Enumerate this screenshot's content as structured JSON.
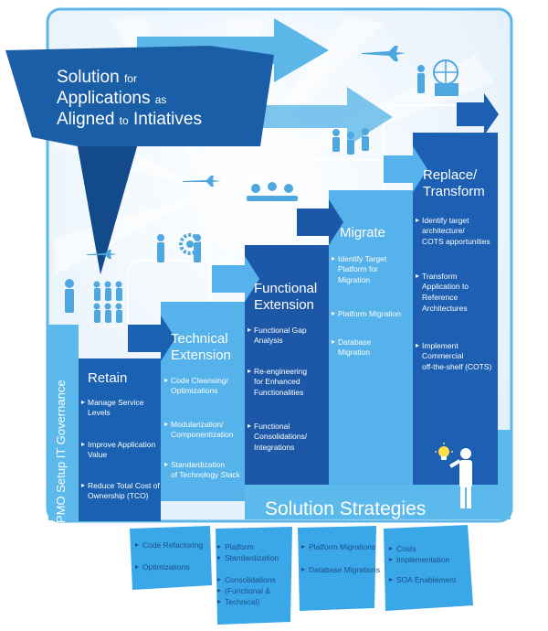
{
  "title": {
    "w1": "Solution",
    "w2": "for",
    "w3": "Applications",
    "w4": "as",
    "w5": "Aligned",
    "w6": "to",
    "w7": "Intiatives"
  },
  "vertical_label": "PMO Setup  IT Governance",
  "solution_strategies": "Solution Strategies",
  "columns": {
    "retain": {
      "h1": "Retain",
      "items": [
        "Manage Service",
        "Levels",
        "Improve Application",
        "Value",
        "Reduce Total Cost of",
        "Ownership (TCO)"
      ]
    },
    "technical": {
      "h1": "Technical",
      "h2": "Extension",
      "items": [
        "Code Cleansing/",
        "Optimizations",
        "Modularization/",
        "Componentization",
        "Standardization",
        "of Technology Stack"
      ]
    },
    "functional": {
      "h1": "Functional",
      "h2": "Extension",
      "items": [
        "Functional Gap",
        "Analysis",
        "Re-engineering",
        "for Enhanced",
        "Functionalities",
        "Functional",
        "Consolidations/",
        "Integrations"
      ]
    },
    "migrate": {
      "h1": "Migrate",
      "items": [
        "Identify Target",
        "Platform for",
        "Migration",
        "Platform Migration",
        "Database",
        "Migration"
      ]
    },
    "replace": {
      "h1": "Replace/",
      "h2": "Transform",
      "items": [
        "Identify target",
        "architecture/",
        "COTS apportunities",
        "Transform",
        "Application to",
        "Reference",
        "Architectures",
        "Implement",
        "Commercial",
        "off-the-shelf (COTS)"
      ]
    }
  },
  "tags": {
    "t1": [
      "Code Refactoring",
      "Optimizations"
    ],
    "t2": [
      "Platform",
      "Standardization",
      "Consolidations",
      "(Functional &",
      "Technical)"
    ],
    "t3": [
      "Platform Migrations",
      "Database Migrations"
    ],
    "t4": [
      "Costs",
      "Implementation",
      "SOA Enablement"
    ]
  },
  "colors": {
    "frame_bg": "#e9f3fb",
    "step_retain": "#1a61b2",
    "step_technical": "#55b2ea",
    "step_functional": "#1d58a8",
    "step_migrate": "#55b2ea",
    "step_replace": "#1c5fb3",
    "band_light": "#5cb9ec",
    "title_dark": "#1a5ea8",
    "tag_bg": "#3aa7e8"
  },
  "icons": [
    "airplane-icon",
    "globe-building-icon",
    "people-icon",
    "gear-icon",
    "lightbulb-icon",
    "person-icon",
    "arrow-icon"
  ]
}
